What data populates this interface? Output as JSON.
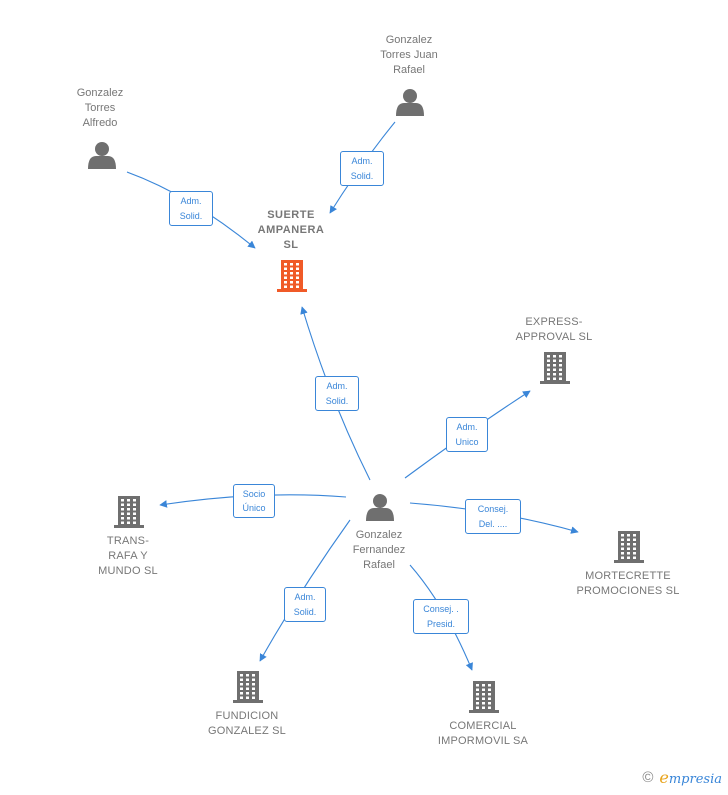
{
  "colors": {
    "edge": "#3a86d8",
    "main_company": "#f05a28",
    "company": "#6f6f6f",
    "person": "#6f6f6f",
    "label": "#777777"
  },
  "nodes": {
    "suerte": {
      "lines": [
        "SUERTE",
        "AMPANERA",
        "SL"
      ],
      "kind": "main-company"
    },
    "express": {
      "lines": [
        "EXPRESS-",
        "APPROVAL SL"
      ],
      "kind": "company"
    },
    "mortecrette": {
      "lines": [
        "MORTECRETTE",
        "PROMOCIONES SL"
      ],
      "kind": "company"
    },
    "transrafa": {
      "lines": [
        "TRANS-",
        "RAFA Y",
        "MUNDO  SL"
      ],
      "kind": "company"
    },
    "fundicion": {
      "lines": [
        "FUNDICION",
        "GONZALEZ SL"
      ],
      "kind": "company"
    },
    "comercial": {
      "lines": [
        "COMERCIAL",
        "IMPORMOVIL SA"
      ],
      "kind": "company"
    },
    "gta": {
      "lines": [
        "Gonzalez",
        "Torres",
        "Alfredo"
      ],
      "kind": "person"
    },
    "gtjr": {
      "lines": [
        "Gonzalez",
        "Torres Juan",
        "Rafael"
      ],
      "kind": "person"
    },
    "gfr": {
      "lines": [
        "Gonzalez",
        "Fernandez",
        "Rafael"
      ],
      "kind": "person"
    }
  },
  "edges": [
    {
      "from": "gta",
      "to": "suerte",
      "label": [
        "Adm.",
        "Solid."
      ]
    },
    {
      "from": "gtjr",
      "to": "suerte",
      "label": [
        "Adm.",
        "Solid."
      ]
    },
    {
      "from": "gfr",
      "to": "suerte",
      "label": [
        "Adm.",
        "Solid."
      ]
    },
    {
      "from": "gfr",
      "to": "express",
      "label": [
        "Adm.",
        "Unico"
      ]
    },
    {
      "from": "gfr",
      "to": "transrafa",
      "label": [
        "Socio",
        "Único"
      ]
    },
    {
      "from": "gfr",
      "to": "mortecrette",
      "label": [
        "Consej.",
        "Del. ...."
      ]
    },
    {
      "from": "gfr",
      "to": "fundicion",
      "label": [
        "Adm.",
        "Solid."
      ]
    },
    {
      "from": "gfr",
      "to": "comercial",
      "label": [
        "Consej. .",
        "Presid."
      ]
    }
  ],
  "brand": {
    "copyright": "©",
    "initial": "e",
    "name": "mpresia"
  }
}
